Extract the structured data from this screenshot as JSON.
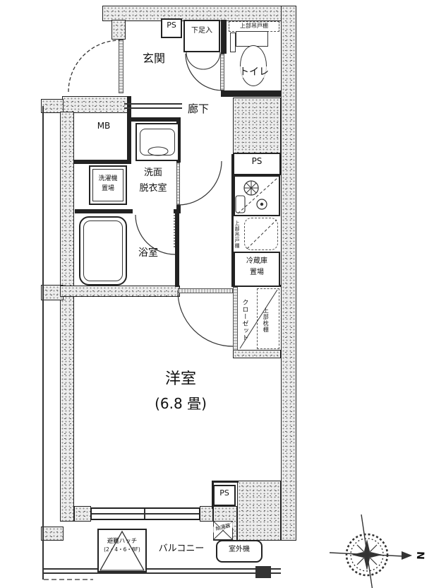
{
  "meta": {
    "background": "#ffffff",
    "line_color": "#222222",
    "wall_fill": "#ececec"
  },
  "rooms": {
    "genkan": "玄関",
    "hallway": "廊下",
    "toilet": "トイレ",
    "washroom_line1": "洗面",
    "washroom_line2": "脱衣室",
    "bathroom": "浴室",
    "western_room": "洋室",
    "western_room_size": "(6.8 畳)",
    "balcony": "バルコニー"
  },
  "fixtures": {
    "ps_top": "PS",
    "ps_mid": "PS",
    "ps_bottom": "PS",
    "shoe_box": "下足入",
    "toilet_upper_cabinet": "上部吊戸棚",
    "meter_box": "MB",
    "washer_line1": "洗濯機",
    "washer_line2": "置場",
    "kitchen_upper_cabinet": "上部吊戸棚",
    "fridge_line1": "冷蔵庫",
    "fridge_line2": "置場",
    "closet": "クローゼット",
    "closet_upper_shelf": "上部枕棚",
    "water_heater": "給湯器",
    "evac_hatch_line1": "避難ハッチ",
    "evac_hatch_line2": "(2・4・6・8F)",
    "outdoor_unit": "室外機"
  },
  "compass": {
    "north": "N"
  },
  "icons": {
    "toilet-icon": "toilet bowl with tank",
    "bathtub-icon": "rounded bathtub",
    "washbasin-icon": "vanity sink",
    "stove-sink-icon": "kitchen burners and sink",
    "evac-hatch-icon": "triangle",
    "compass-icon": "eight point compass rose"
  }
}
